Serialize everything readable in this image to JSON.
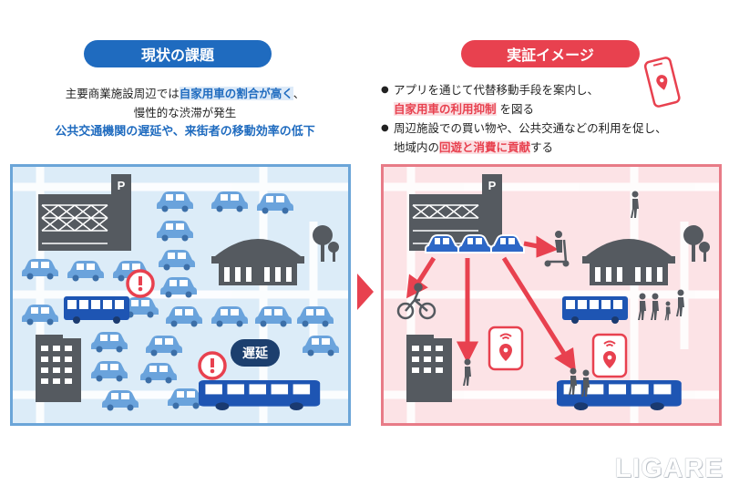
{
  "left": {
    "title": "現状の課題",
    "line1_pre": "主要商業施設周辺では",
    "line1_hl": "自家用車の割合が高く",
    "line1_post": "、",
    "line2": "慢性的な渋滞が発生",
    "line3": "公共交通機関の遅延や、来街者の移動効率の低下",
    "delay_label": "遅延"
  },
  "right": {
    "title": "実証イメージ",
    "bullet1_line1": "アプリを通じて代替移動手段を案内し、",
    "bullet1_hl": "自家用車の利用抑制",
    "bullet1_post": "を図る",
    "bullet2_line1": "周辺施設での買い物や、公共交通などの利用を促し、",
    "bullet2_pre": "地域内の",
    "bullet2_hl": "回遊と消費に貢献",
    "bullet2_post": "する"
  },
  "parking_sign": "P",
  "watermark": "LIGARE",
  "colors": {
    "blue": "#1f6bbf",
    "red": "#e8414f",
    "car": "#6aa3dc",
    "bus": "#1e55b3",
    "building": "#555a60"
  },
  "icons": [
    "parking-building-icon",
    "car-icon",
    "bus-icon",
    "arena-icon",
    "office-building-icon",
    "tree-icon",
    "warning-icon",
    "phone-map-icon",
    "bicycle-icon",
    "scooter-icon",
    "pedestrian-icon",
    "family-icon",
    "sign-kiosk-icon"
  ]
}
